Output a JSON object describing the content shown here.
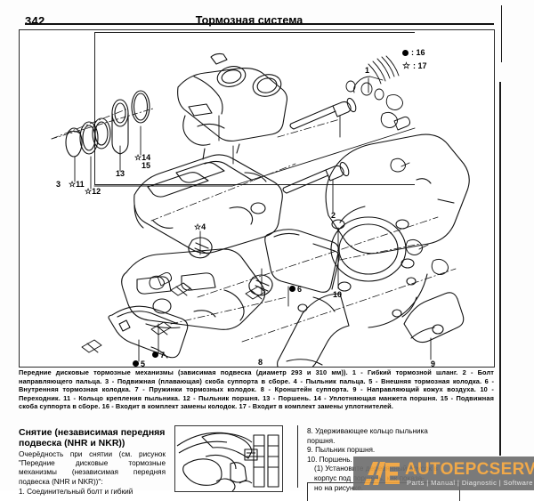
{
  "header": {
    "page_number": "342",
    "title": "Тормозная система"
  },
  "figure": {
    "legend": [
      {
        "symbol": "filled-circle",
        "label": ": 16"
      },
      {
        "symbol": "star",
        "label": ": 17"
      }
    ],
    "callouts": [
      {
        "id": "1",
        "text": "1"
      },
      {
        "id": "2",
        "text": "2"
      },
      {
        "id": "3",
        "text": "3"
      },
      {
        "id": "4",
        "text": "4",
        "marker": "star"
      },
      {
        "id": "5",
        "text": "5",
        "marker": "dot"
      },
      {
        "id": "6",
        "text": "6",
        "marker": "dot"
      },
      {
        "id": "7",
        "text": "7",
        "marker": "dot"
      },
      {
        "id": "8",
        "text": "8"
      },
      {
        "id": "9",
        "text": "9"
      },
      {
        "id": "10",
        "text": "10"
      },
      {
        "id": "11",
        "text": "11",
        "marker": "star"
      },
      {
        "id": "12",
        "text": "12",
        "marker": "star"
      },
      {
        "id": "13",
        "text": "13"
      },
      {
        "id": "14",
        "text": "14",
        "marker": "star"
      },
      {
        "id": "15",
        "text": "15"
      }
    ]
  },
  "caption": {
    "text": "Передние дисковые тормозные механизмы (зависимая подвеска (диаметр 293 и 310 мм)). 1 - Гибкий тормозной шланг. 2 - Болт направляющего пальца. 3 - Подвижная (плавающая) скоба суппорта в сборе. 4 - Пыльник пальца. 5 - Внешняя тормозная колодка. 6 - Внутренняя тормозная колодка. 7 - Пружинки тормозных колодок. 8 - Кронштейн суппорта. 9 - Направляющий кожух воздуха. 10 - Переходник. 11 - Кольцо крепления пыльника. 12 - Пыльник поршня. 13 - Поршень. 14 - Уплотняющая манжета поршня. 15 - Подвижная скоба суппорта в сборе. 16 - Входит в комплект замены колодок. 17 - Входит в комплект замены уплотнителей."
  },
  "left_column": {
    "heading": "Снятие (независимая передняя подвеска (NHR и NKR))",
    "intro": "Очерёдность при снятии (см. рисунок \"Передние дисковые тормозные механизмы (независимая передняя подвеска (NHR и NKR))\":",
    "item1": "1. Соединительный болт и гибкий"
  },
  "right_column": {
    "lines": [
      "8. Удерживающее кольцо пыльника",
      "поршня.",
      "9. Пыльник поршня.",
      "10. Поршень.",
      "(1) Установите деревянный брусок в",
      "корпус под поршень, как показа-",
      "но на рисунке."
    ]
  },
  "watermark": {
    "title": "AUTOEPCSERVICE",
    "subtitle": "Parts | Manual | Diagnostic | Software",
    "logo_letter": "A",
    "accent_color": "#f0a23a",
    "background_color": "#6f6f6f"
  }
}
